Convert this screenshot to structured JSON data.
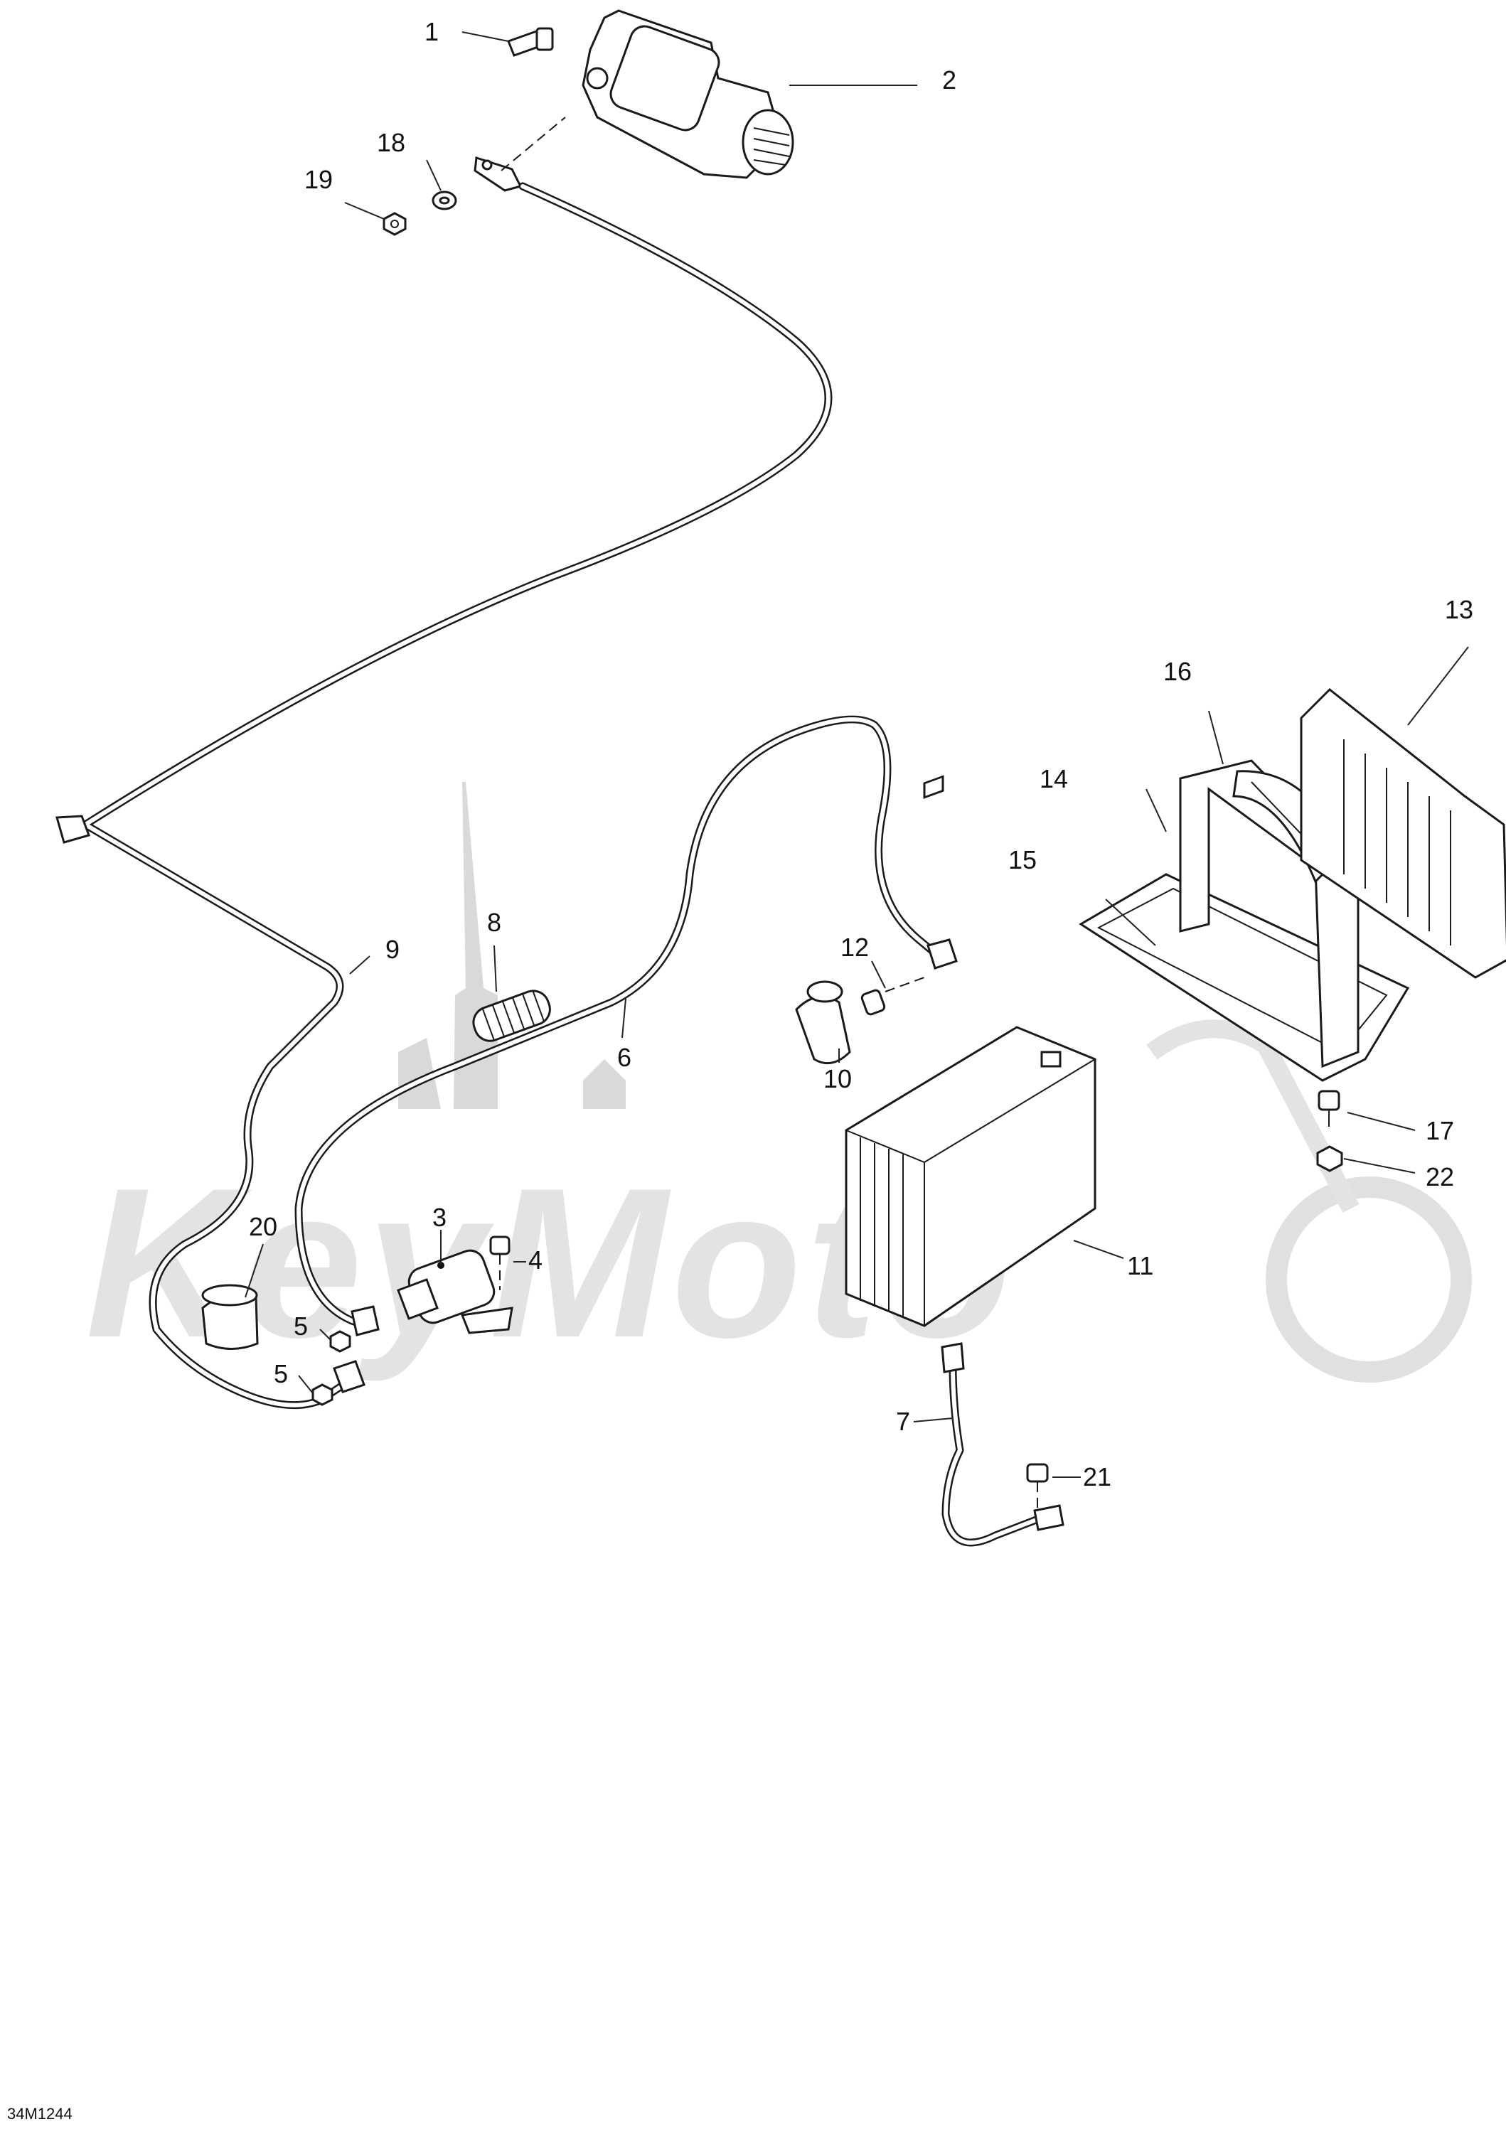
{
  "figure_code": "34M1244",
  "watermark_text": "KeyMoto",
  "callouts": [
    "1",
    "2",
    "3",
    "4",
    "5",
    "5",
    "6",
    "7",
    "8",
    "9",
    "10",
    "11",
    "12",
    "13",
    "14",
    "15",
    "16",
    "17",
    "18",
    "19",
    "20",
    "21",
    "22"
  ],
  "colors": {
    "line": "#1a1a1a",
    "watermark": "#d9d9d9",
    "background": "#ffffff"
  }
}
